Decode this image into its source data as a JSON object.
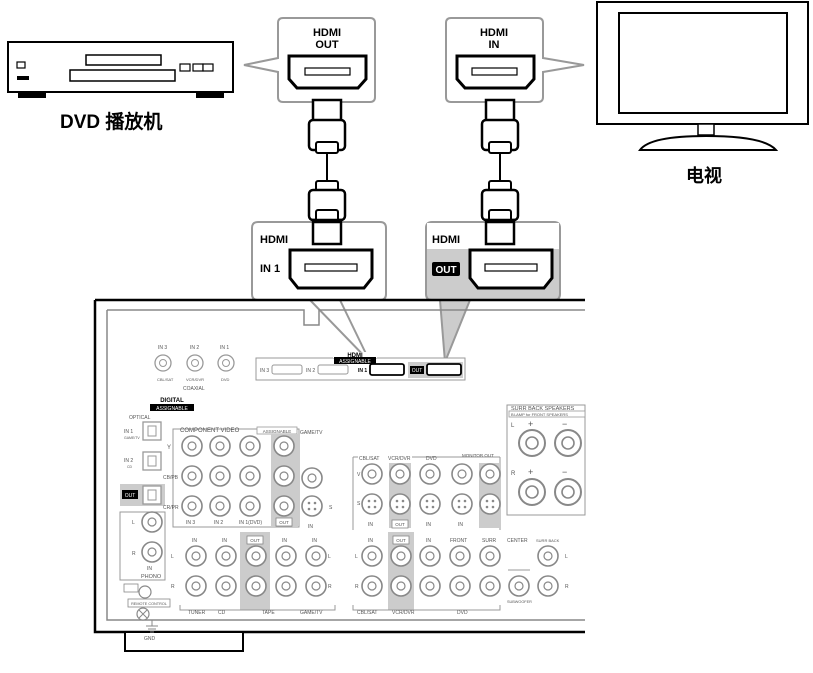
{
  "devices": {
    "dvd_player_label": "DVD 播放机",
    "tv_label": "电视"
  },
  "callouts": {
    "dvd_hdmi": "HDMI",
    "dvd_port": "OUT",
    "tv_hdmi": "HDMI",
    "tv_port": "IN",
    "receiver_in_hdmi": "HDMI",
    "receiver_in_port": "IN 1",
    "receiver_out_hdmi": "HDMI",
    "receiver_out_port": "OUT"
  },
  "receiver_panel": {
    "hdmi_title": "HDMI",
    "hdmi_assignable": "ASSIGNABLE",
    "hdmi_inputs": [
      "IN 3",
      "IN 2",
      "IN 1"
    ],
    "hdmi_out": "OUT",
    "digital_title": "DIGITAL",
    "digital_assignable": "ASSIGNABLE",
    "coaxial_inputs": [
      "IN 3",
      "IN 2",
      "IN 1"
    ],
    "coaxial_sublabels": [
      "CBL/SAT",
      "VCR/DVR",
      "DVD"
    ],
    "coaxial_label": "COAXIAL",
    "optical_label": "OPTICAL",
    "optical_inputs": [
      "IN 1",
      "IN 2"
    ],
    "optical_sublabels": [
      "GAME/TV",
      "CD"
    ],
    "optical_out": "OUT",
    "component_title": "COMPONENT VIDEO",
    "component_assignable": "ASSIGNABLE",
    "component_rows": [
      "Y",
      "CB/PB",
      "CR/PR"
    ],
    "component_inputs": [
      "IN 3",
      "IN 2",
      "IN 1(DVD)",
      "OUT"
    ],
    "game_tv": "GAME/TV",
    "game_tv_rows": [
      "V",
      "S"
    ],
    "game_tv_in": "IN",
    "video_sources": [
      "CBL/SAT",
      "VCR/DVR",
      "DVD"
    ],
    "monitor_out": "MONITOR OUT",
    "video_rows": [
      "V",
      "S"
    ],
    "video_port_labels": [
      "IN",
      "OUT",
      "IN",
      "IN"
    ],
    "surr_back_title": "SURR BACK SPEAKERS",
    "surr_back_sub": "BI-AMP for FRONT SPEAKERS",
    "speaker_lr": [
      "L",
      "R"
    ],
    "speaker_polarity": [
      "+",
      "−"
    ],
    "audio_top_labels": [
      "IN",
      "IN",
      "OUT",
      "IN",
      "IN"
    ],
    "audio_bottom_labels": [
      "TUNER",
      "CD",
      "TAPE",
      "GAME/TV"
    ],
    "audio_lr": [
      "L",
      "R"
    ],
    "phono_in": "IN",
    "phono_label": "PHONO",
    "remote_label": "REMOTE CONTROL",
    "gnd_label": "GND",
    "right_top_labels": [
      "IN",
      "OUT",
      "IN",
      "FRONT",
      "SURR",
      "CENTER",
      "SURR BACK"
    ],
    "right_bottom_labels": [
      "CBL/SAT",
      "VCR/DVR",
      "DVD"
    ],
    "subwoofer_label": "SUBWOOFER"
  }
}
